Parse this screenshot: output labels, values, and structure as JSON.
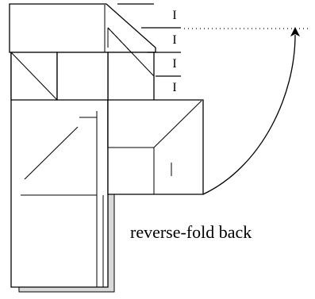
{
  "caption": "reverse-fold back",
  "marks": [
    "I",
    "I",
    "I",
    "I"
  ],
  "colors": {
    "line": "#000000",
    "paper": "#ffffff",
    "shadow": "#d9d9d9"
  }
}
